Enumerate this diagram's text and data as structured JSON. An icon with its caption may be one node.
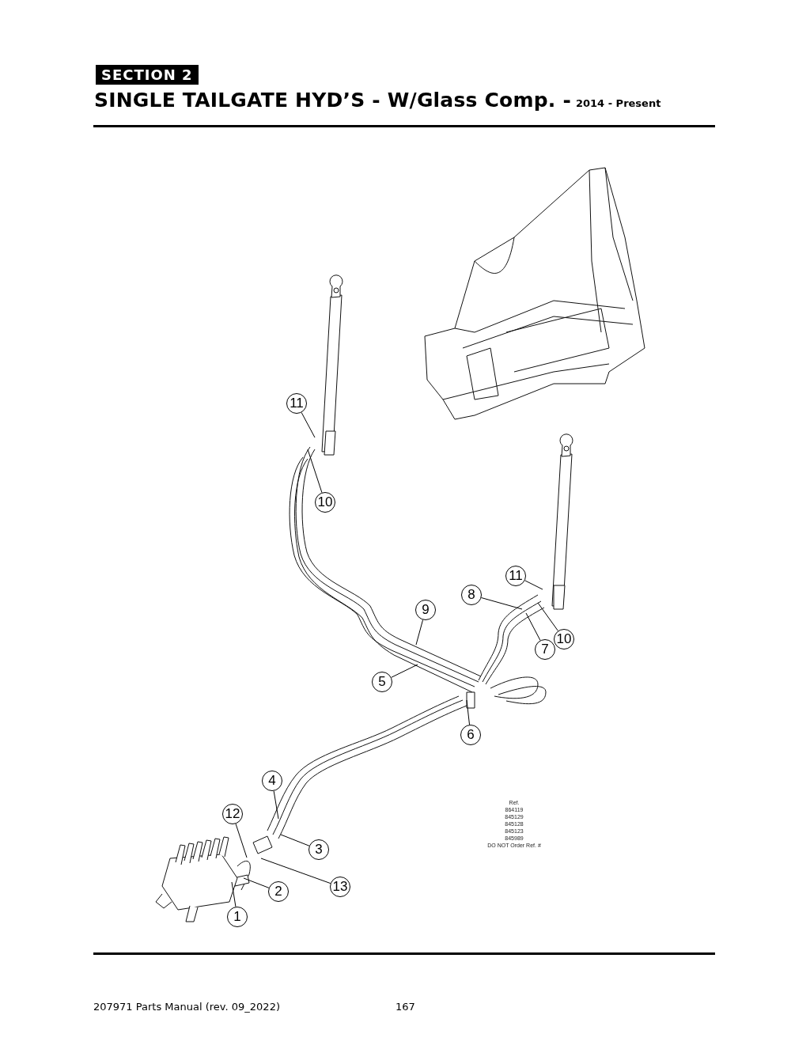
{
  "diagram": {
    "title": "SINGLE TAILGATE HYD’S - W/Glass Comp. -",
    "nodes": [
      {
        "text": [
          "11"
        ]
      },
      {
        "text": [
          "10"
        ]
      },
      {
        "text": [
          "11"
        ]
      },
      {
        "text": [
          "8"
        ]
      },
      {
        "text": [
          "9"
        ]
      },
      {
        "text": [
          "10"
        ]
      },
      {
        "text": [
          "7"
        ]
      },
      {
        "text": [
          "5"
        ]
      },
      {
        "text": [
          "6"
        ]
      },
      {
        "text": [
          "4"
        ]
      },
      {
        "text": [
          "12"
        ]
      },
      {
        "text": [
          "3"
        ]
      },
      {
        "text": [
          "13"
        ]
      },
      {
        "text": [
          "2"
        ]
      },
      {
        "text": [
          "1"
        ]
      }
    ],
    "edges": [
      {
        "from": 0,
        "to": null,
        "arrow": "none"
      },
      {
        "from": 1,
        "to": null,
        "arrow": "none"
      },
      {
        "from": 2,
        "to": null,
        "arrow": "none"
      },
      {
        "from": 3,
        "to": null,
        "arrow": "none"
      },
      {
        "from": 4,
        "to": null,
        "arrow": "none"
      },
      {
        "from": 5,
        "to": null,
        "arrow": "none"
      },
      {
        "from": 6,
        "to": null,
        "arrow": "none"
      },
      {
        "from": 7,
        "to": null,
        "arrow": "none"
      },
      {
        "from": 8,
        "to": null,
        "arrow": "none"
      },
      {
        "from": 9,
        "to": null,
        "arrow": "none"
      },
      {
        "from": 10,
        "to": null,
        "arrow": "none"
      },
      {
        "from": 11,
        "to": null,
        "arrow": "none"
      },
      {
        "from": 12,
        "to": null,
        "arrow": "none"
      },
      {
        "from": 13,
        "to": null,
        "arrow": "none"
      },
      {
        "from": 14,
        "to": null,
        "arrow": "none"
      }
    ],
    "labels": [
      "SECTION 2",
      "2014 - Present",
      "Ref.",
      "864119",
      "845129",
      "845128",
      "845123",
      "845989",
      "DO NOT Order Ref. #",
      "207971 Parts Manual (rev. 09_2022)",
      "167"
    ]
  }
}
